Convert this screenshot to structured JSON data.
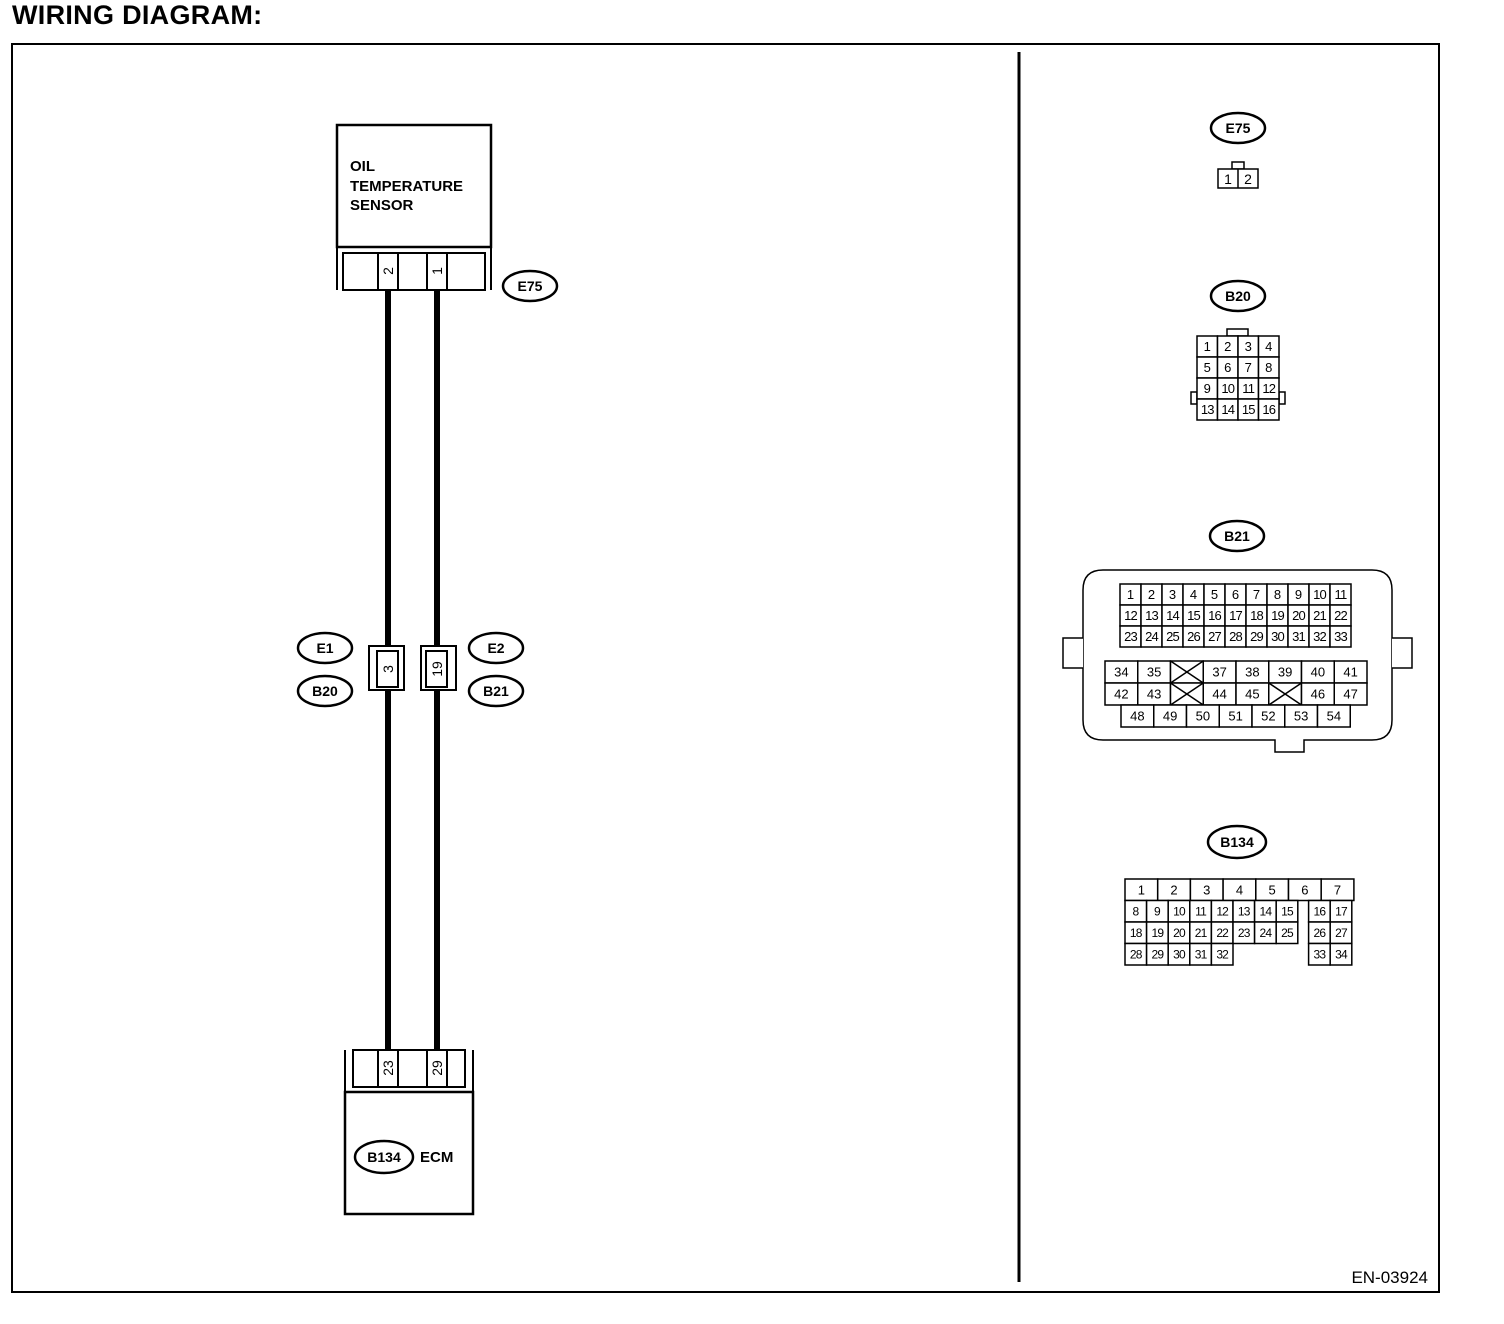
{
  "title": "WIRING DIAGRAM:",
  "figure_code": "EN-03924",
  "sensor": {
    "lines": [
      "OIL",
      "TEMPERATURE",
      "SENSOR"
    ],
    "connector": "E75",
    "pin_left": "2",
    "pin_right": "1"
  },
  "joints": {
    "left": {
      "pin": "3",
      "top": "E1",
      "bottom": "B20"
    },
    "right": {
      "pin": "19",
      "top": "E2",
      "bottom": "B21"
    }
  },
  "ecm": {
    "label": "ECM",
    "connector": "B134",
    "pin_left": "23",
    "pin_right": "29"
  },
  "connector_views": {
    "e75": {
      "id": "E75",
      "pins": [
        "1",
        "2"
      ]
    },
    "b20": {
      "id": "B20",
      "rows": [
        [
          "1",
          "2",
          "3",
          "4"
        ],
        [
          "5",
          "6",
          "7",
          "8"
        ],
        [
          "9",
          "10",
          "11",
          "12"
        ],
        [
          "13",
          "14",
          "15",
          "16"
        ]
      ]
    },
    "b21": {
      "id": "B21",
      "top_rows": [
        [
          "1",
          "2",
          "3",
          "4",
          "5",
          "6",
          "7",
          "8",
          "9",
          "10",
          "11"
        ],
        [
          "12",
          "13",
          "14",
          "15",
          "16",
          "17",
          "18",
          "19",
          "20",
          "21",
          "22"
        ],
        [
          "23",
          "24",
          "25",
          "26",
          "27",
          "28",
          "29",
          "30",
          "31",
          "32",
          "33"
        ]
      ],
      "lower_row1": [
        "34",
        "35",
        "",
        "37",
        "38",
        "39",
        "40",
        "41"
      ],
      "lower_row2": [
        "42",
        "43",
        "",
        "44",
        "45",
        "",
        "46",
        "47"
      ],
      "lower_row3": [
        "48",
        "49",
        "50",
        "51",
        "52",
        "53",
        "54"
      ]
    },
    "b134": {
      "id": "B134",
      "row1": [
        "1",
        "2",
        "3",
        "4",
        "5",
        "6",
        "7"
      ],
      "row2": [
        "8",
        "9",
        "10",
        "11",
        "12",
        "13",
        "14",
        "15",
        "16",
        "17"
      ],
      "row3": [
        "18",
        "19",
        "20",
        "21",
        "22",
        "23",
        "24",
        "25",
        "26",
        "27"
      ],
      "row4": [
        "28",
        "29",
        "30",
        "31",
        "32",
        "33",
        "34"
      ]
    }
  }
}
